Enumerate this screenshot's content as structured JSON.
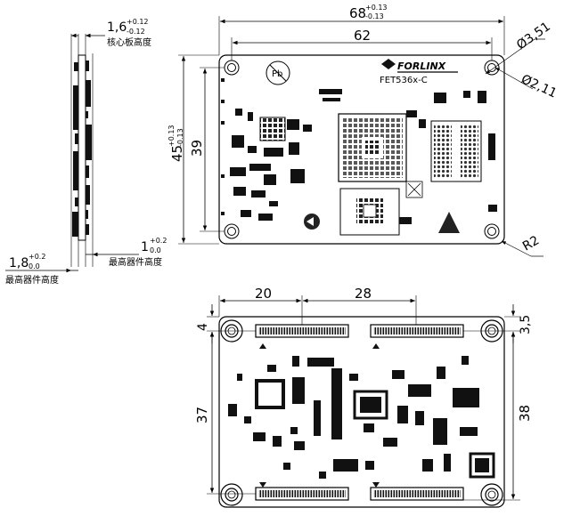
{
  "side_view": {
    "core_board_thickness": {
      "main": "1,6",
      "tol_plus": "+0.12",
      "tol_minus": "-0.12",
      "label": "核心板高度"
    },
    "top_component_height": {
      "main": "1",
      "tol_plus": "+0.2",
      "tol_minus": "0.0",
      "label": "最高器件高度"
    },
    "bottom_component_height": {
      "main": "1,8",
      "tol_plus": "+0.2",
      "tol_minus": "0.0",
      "label": "最高器件高度"
    }
  },
  "top_view": {
    "overall_width": {
      "main": "68",
      "tol_plus": "+0.13",
      "tol_minus": "-0.13"
    },
    "hole_pitch_x": "62",
    "overall_height": {
      "main": "45",
      "tol_plus": "+0.13",
      "tol_minus": "-0.13"
    },
    "hole_pitch_y": "39",
    "hole_outer_diameter": "Ø3,51",
    "hole_inner_diameter": "Ø2,11",
    "corner_radius": "R2",
    "brand": "FORLINX",
    "model": "FET536x-C",
    "pb_mark": "Pb"
  },
  "bottom_view": {
    "conn_offset_left": "20",
    "conn_offset_right": "28",
    "edge_left": "4",
    "edge_right": "3,5",
    "span_left": "37",
    "span_right": "38"
  }
}
